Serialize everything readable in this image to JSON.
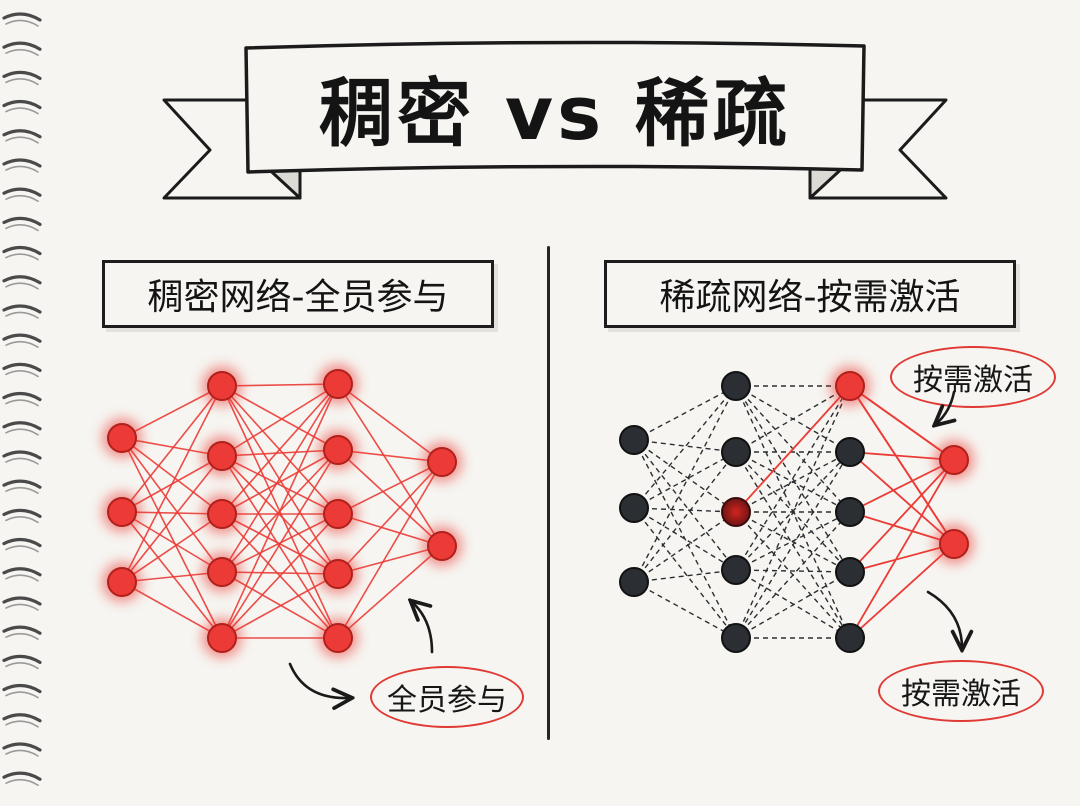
{
  "title": "稠密 vs 稀疏",
  "left": {
    "heading": "稠密网络-全员参与",
    "callout": "全员参与",
    "layers": [
      3,
      5,
      5,
      2
    ]
  },
  "right": {
    "heading": "稀疏网络-按需激活",
    "callout_top": "按需激活",
    "callout_bottom": "按需激活",
    "layers": [
      3,
      5,
      5,
      2
    ]
  },
  "colors": {
    "active": "#ec3b36",
    "inactive": "#2b2f33",
    "ink": "#1a1a1a",
    "paper": "#f6f5f1"
  }
}
